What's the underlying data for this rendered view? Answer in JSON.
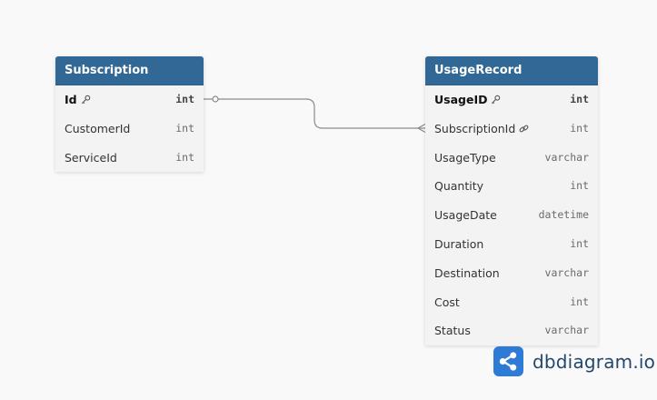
{
  "tables": {
    "subscription": {
      "name": "Subscription",
      "fields": [
        {
          "name": "Id",
          "type": "int",
          "pk": true,
          "icon": "key-icon"
        },
        {
          "name": "CustomerId",
          "type": "int"
        },
        {
          "name": "ServiceId",
          "type": "int"
        }
      ]
    },
    "usage_record": {
      "name": "UsageRecord",
      "fields": [
        {
          "name": "UsageID",
          "type": "int",
          "pk": true,
          "icon": "key-icon"
        },
        {
          "name": "SubscriptionId",
          "type": "int",
          "icon": "link-icon"
        },
        {
          "name": "UsageType",
          "type": "varchar"
        },
        {
          "name": "Quantity",
          "type": "int"
        },
        {
          "name": "UsageDate",
          "type": "datetime"
        },
        {
          "name": "Duration",
          "type": "int"
        },
        {
          "name": "Destination",
          "type": "varchar"
        },
        {
          "name": "Cost",
          "type": "int"
        },
        {
          "name": "Status",
          "type": "varchar"
        }
      ]
    }
  },
  "relationship": {
    "from": "Subscription.Id",
    "to": "UsageRecord.SubscriptionId",
    "cardinality": "one-to-many"
  },
  "branding": {
    "text": "dbdiagram.io",
    "icon": "share-icon"
  },
  "colors": {
    "header": "#316896",
    "header_text": "#ffffff",
    "body": "#f3f3f4",
    "background": "#f9f9fa",
    "relation_line": "#8a8a8a",
    "brand_blue": "#2e7bd6"
  }
}
